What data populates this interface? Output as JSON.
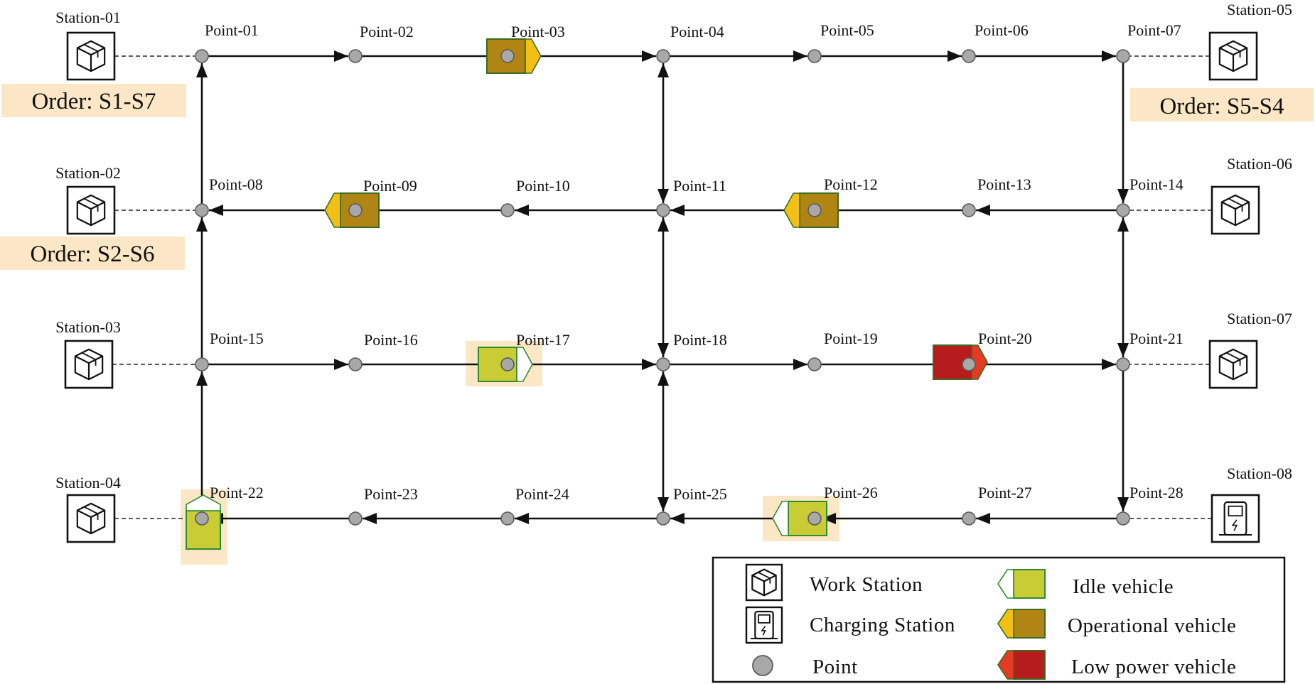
{
  "colors": {
    "idle": "#c9cc35",
    "idle_edge": "#2e8b2e",
    "operational": "#b08513",
    "operational_nose": "#f2c015",
    "low_power": "#b71c1c",
    "low_power_nose": "#e53b24",
    "point_fill": "#a8a8a8",
    "highlight": "#fbe7c6",
    "line": "#111111"
  },
  "stations": [
    {
      "id": "Station-01",
      "icon": "box-icon"
    },
    {
      "id": "Station-02",
      "icon": "box-icon"
    },
    {
      "id": "Station-03",
      "icon": "box-icon"
    },
    {
      "id": "Station-04",
      "icon": "box-icon"
    },
    {
      "id": "Station-05",
      "icon": "box-icon"
    },
    {
      "id": "Station-06",
      "icon": "box-icon"
    },
    {
      "id": "Station-07",
      "icon": "box-icon"
    },
    {
      "id": "Station-08",
      "icon": "charging-station-icon"
    }
  ],
  "points": [
    "Point-01",
    "Point-02",
    "Point-03",
    "Point-04",
    "Point-05",
    "Point-06",
    "Point-07",
    "Point-08",
    "Point-09",
    "Point-10",
    "Point-11",
    "Point-12",
    "Point-13",
    "Point-14",
    "Point-15",
    "Point-16",
    "Point-17",
    "Point-18",
    "Point-19",
    "Point-20",
    "Point-21",
    "Point-22",
    "Point-23",
    "Point-24",
    "Point-25",
    "Point-26",
    "Point-27",
    "Point-28"
  ],
  "orders": [
    {
      "text": "Order: S1-S7",
      "station": "Station-01"
    },
    {
      "text": "Order: S2-S6",
      "station": "Station-02"
    },
    {
      "text": "Order: S5-S4",
      "station": "Station-05"
    }
  ],
  "vehicles": [
    {
      "status": "operational",
      "near": "Point-03",
      "heading": "right"
    },
    {
      "status": "operational",
      "near": "Point-09",
      "heading": "left"
    },
    {
      "status": "operational",
      "near": "Point-12",
      "heading": "left"
    },
    {
      "status": "idle",
      "near": "Point-17",
      "heading": "right",
      "highlighted": true
    },
    {
      "status": "low_power",
      "near": "Point-20",
      "heading": "right"
    },
    {
      "status": "idle",
      "near": "Point-22",
      "heading": "up",
      "highlighted": true
    },
    {
      "status": "idle",
      "near": "Point-26",
      "heading": "left",
      "highlighted": true
    }
  ],
  "legend": {
    "work_station": "Work Station",
    "charging_station": "Charging Station",
    "point": "Point",
    "idle_vehicle": "Idle vehicle",
    "operational_vehicle": "Operational vehicle",
    "low_power_vehicle": "Low power vehicle"
  }
}
